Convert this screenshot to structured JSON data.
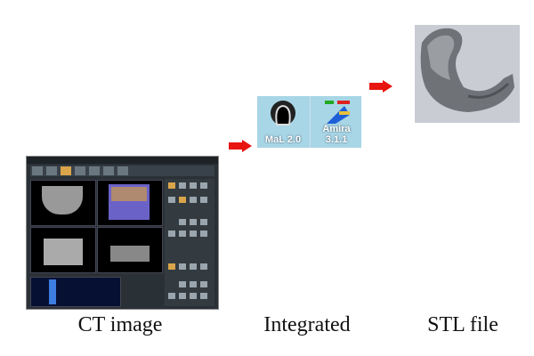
{
  "captions": {
    "ct": "CT image",
    "integrated": "Integrated",
    "stl": "STL file"
  },
  "icons": [
    {
      "label": "MaL 2.0",
      "icon": "head-silhouette-icon"
    },
    {
      "label": "Amira 3.1.1",
      "icon": "amira-app-icon"
    }
  ],
  "colors": {
    "arrow": "#e8140f",
    "icon_bg": "#a8d6e6",
    "stl_bg": "#c9ccd3"
  }
}
